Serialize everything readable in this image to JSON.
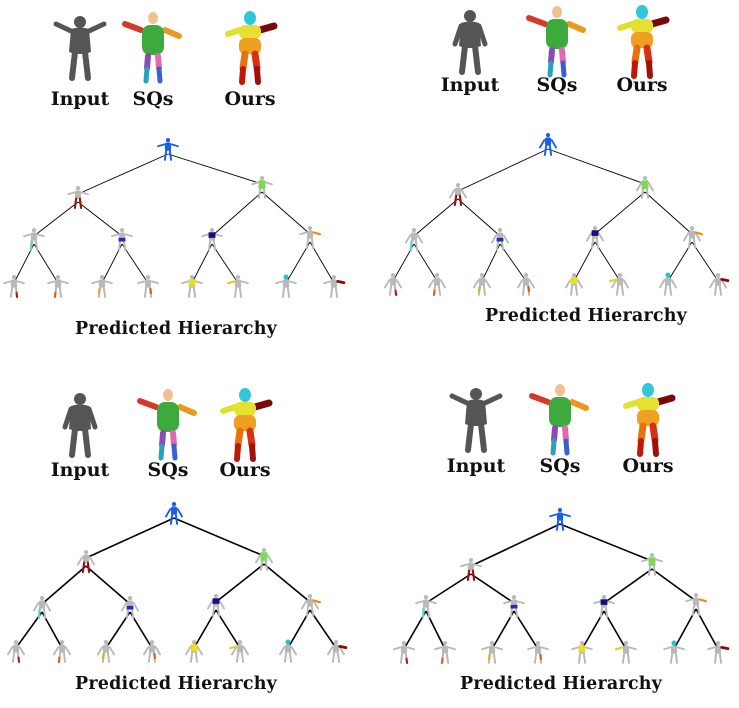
{
  "panels": [
    {
      "labels": {
        "input": "Input",
        "sqs": "SQs",
        "ours": "Ours"
      },
      "caption": "Predicted Hierarchy"
    },
    {
      "labels": {
        "input": "Input",
        "sqs": "SQs",
        "ours": "Ours"
      },
      "caption": "Predicted Hierarchy"
    },
    {
      "labels": {
        "input": "Input",
        "sqs": "SQs",
        "ours": "Ours"
      },
      "caption": "Predicted Hierarchy"
    },
    {
      "labels": {
        "input": "Input",
        "sqs": "SQs",
        "ours": "Ours"
      },
      "caption": "Predicted Hierarchy"
    }
  ],
  "colors": {
    "input_mesh": "#555555",
    "leaf_body": "#b9b9b9",
    "root": "#1a5fe6",
    "level1": [
      "#9c1010",
      "#7ed957"
    ],
    "level2": [
      "#5fd3c8",
      "#1a2fb8",
      "#101080",
      "#e88a10"
    ],
    "level3": [
      "#b81a10",
      "#e85a10",
      "#e8b010",
      "#e85a10",
      "#e8e01a",
      "#e8d010",
      "#20c8c8",
      "#8c0a0a"
    ],
    "sqs_torso": "#3caa3c",
    "edge": "#000000"
  },
  "icons": [
    "human-mesh-icon",
    "superquadric-figure-icon",
    "part-segmentation-figure-icon"
  ]
}
